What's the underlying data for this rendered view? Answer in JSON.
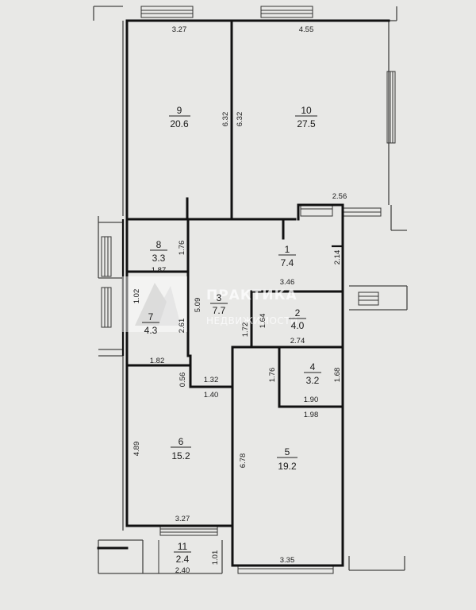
{
  "watermark": {
    "title": "ПРАКТИКА",
    "subtitle": "НЕДВИЖИМОСТИ"
  },
  "rooms": [
    {
      "number": "9",
      "area": "20.6"
    },
    {
      "number": "10",
      "area": "27.5"
    },
    {
      "number": "8",
      "area": "3.3"
    },
    {
      "number": "1",
      "area": "7.4"
    },
    {
      "number": "3",
      "area": "7.7"
    },
    {
      "number": "7",
      "area": "4.3"
    },
    {
      "number": "2",
      "area": "4.0"
    },
    {
      "number": "4",
      "area": "3.2"
    },
    {
      "number": "6",
      "area": "15.2"
    },
    {
      "number": "5",
      "area": "19.2"
    },
    {
      "number": "11",
      "area": "2.4"
    }
  ],
  "dimensions": [
    "3.27",
    "4.55",
    "6.32",
    "6.32",
    "2.56",
    "1.76",
    "1.87",
    "2.14",
    "3.46",
    "1.02",
    "2.61",
    "5.09",
    "1.64",
    "1.72",
    "2.74",
    "1.82",
    "0.56",
    "1.32",
    "1.40",
    "1.76",
    "1.68",
    "1.90",
    "1.98",
    "4.89",
    "6.78",
    "3.27",
    "1.01",
    "2.40",
    "3.35"
  ]
}
